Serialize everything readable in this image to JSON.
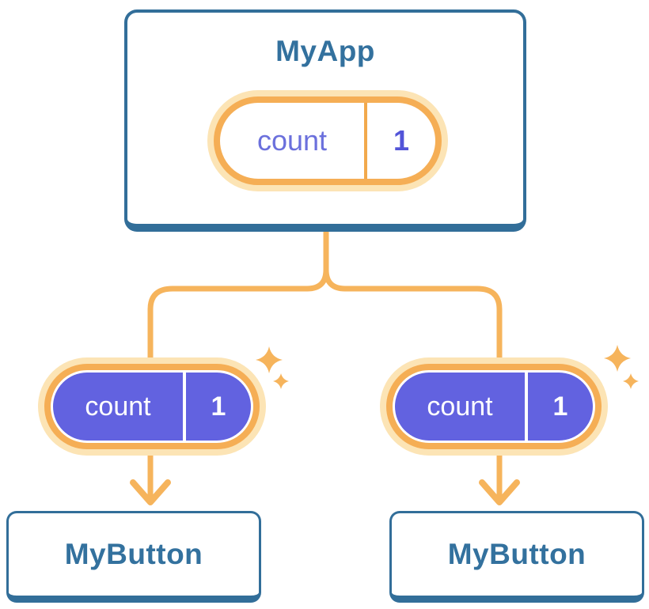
{
  "diagram": {
    "description": "Component tree: parent MyApp holds state 'count = 1' and passes it down to two MyButton children",
    "root": {
      "title": "MyApp",
      "state": {
        "label": "count",
        "value": "1"
      }
    },
    "children": [
      {
        "title": "MyButton",
        "state": {
          "label": "count",
          "value": "1"
        }
      },
      {
        "title": "MyButton",
        "state": {
          "label": "count",
          "value": "1"
        }
      }
    ],
    "icons": {
      "sparkle": "sparkle-icon"
    },
    "colors": {
      "card_border_blue": "#326E99",
      "title_blue": "#33719E",
      "wire_orange": "#F6B45C",
      "ring_orange": "#F5AE55",
      "glow_orange": "#FCE4B5",
      "pill_purple": "#6262E0",
      "state_label_purple": "#6B70DC",
      "state_value_purple": "#5254D8",
      "background": "#FFFFFF"
    }
  }
}
